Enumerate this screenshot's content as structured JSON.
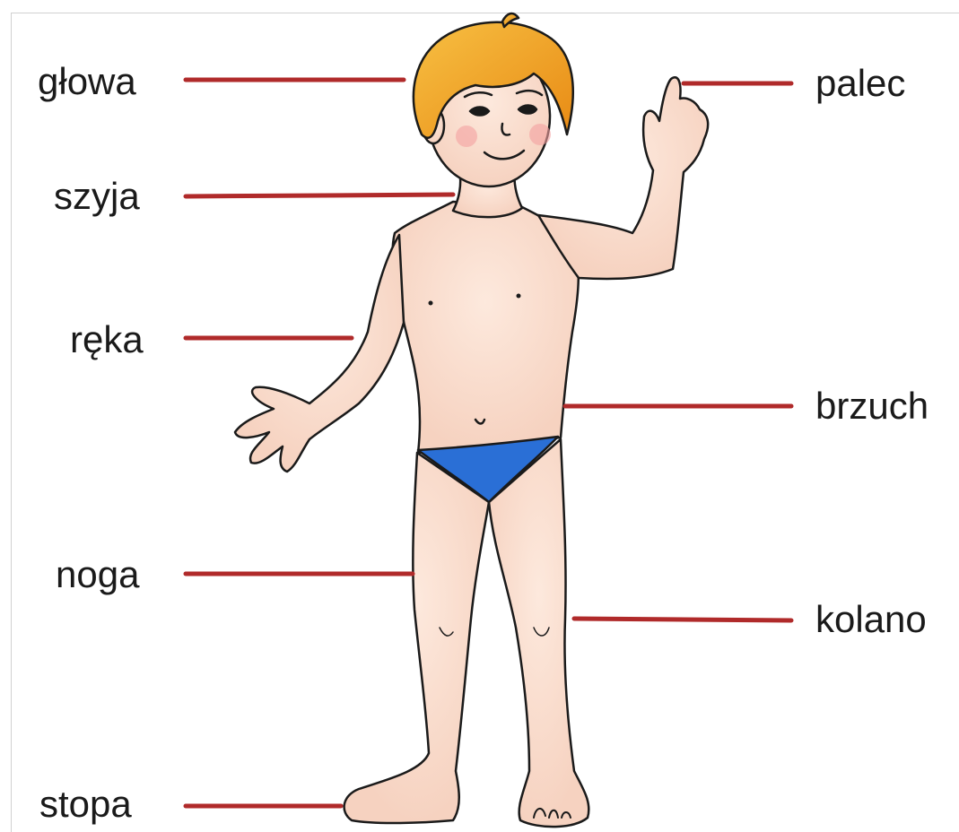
{
  "labels": {
    "head": "głowa",
    "neck": "szyja",
    "hand": "ręka",
    "leg": "noga",
    "foot": "stopa",
    "finger": "palec",
    "belly": "brzuch",
    "knee": "kolano"
  },
  "colors": {
    "leader_line": "#b02a2a",
    "skin": "#fbe2d2",
    "hair": "#f0a020",
    "briefs": "#2a6fd6",
    "outline": "#1a1a1a"
  }
}
